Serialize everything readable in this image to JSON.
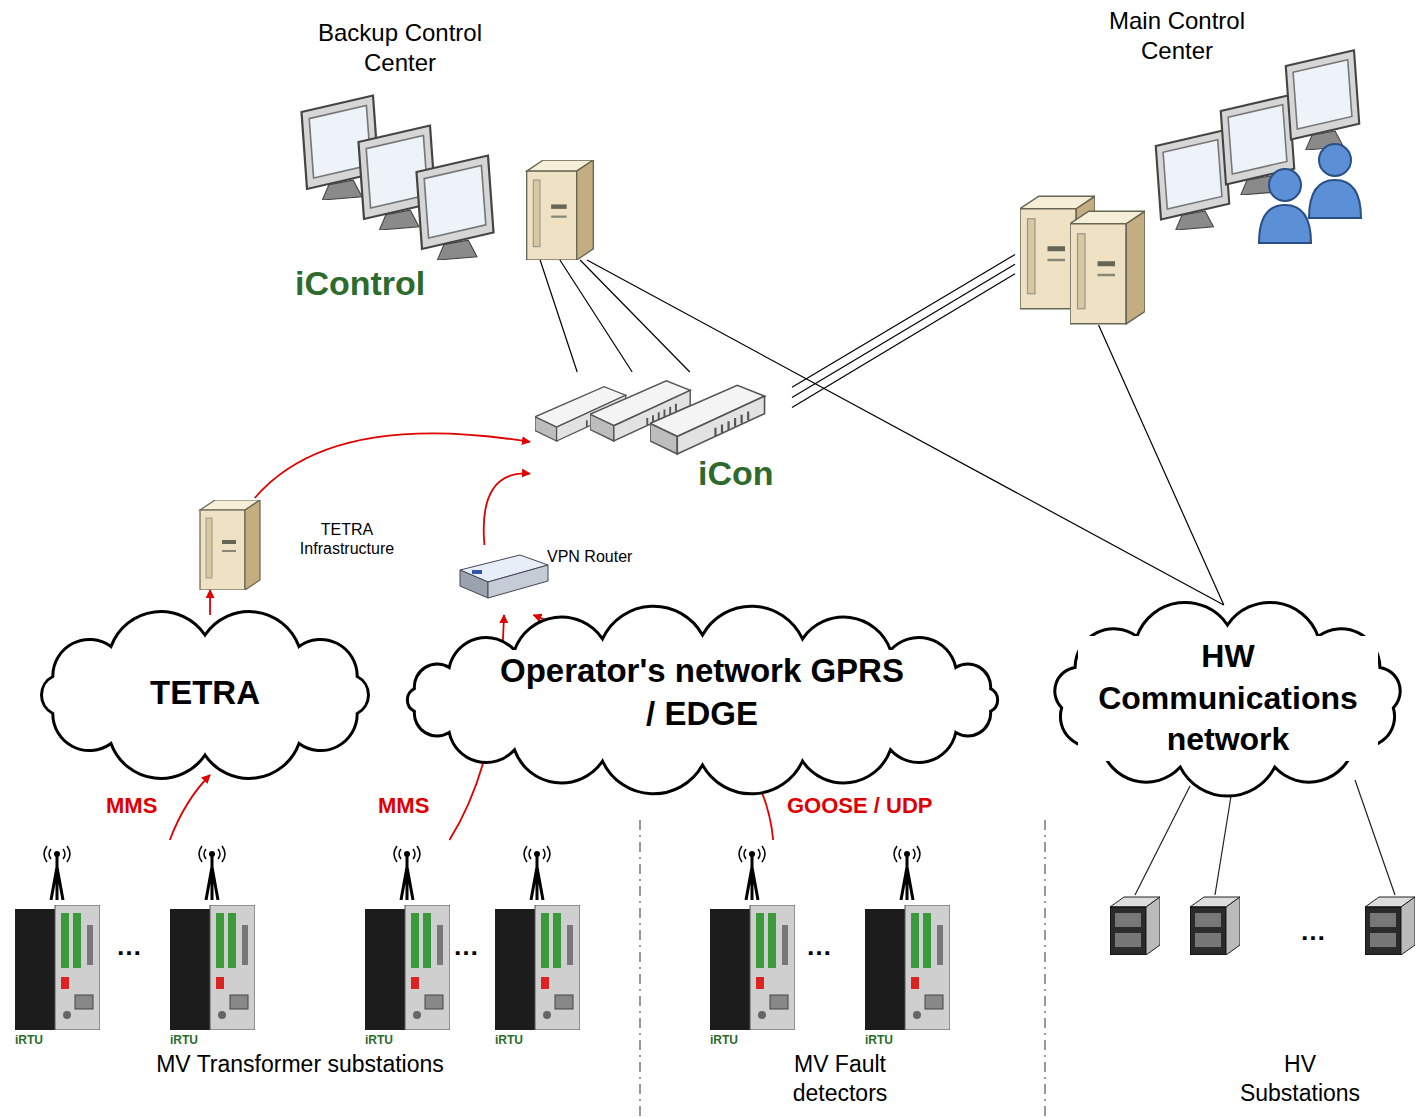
{
  "diagram": {
    "nodes": [
      {
        "text": [
          "Backup Control Center"
        ]
      },
      {
        "text": [
          "Main Control Center"
        ]
      },
      {
        "text": [
          "iCon"
        ]
      },
      {
        "text": [
          "TETRA Infrastructure"
        ]
      },
      {
        "text": [
          "VPN Router"
        ]
      },
      {
        "text": [
          "TETRA"
        ]
      },
      {
        "text": [
          "Operator's network GPRS / EDGE"
        ]
      },
      {
        "text": [
          "HW Communications network"
        ]
      },
      {
        "text": [
          "iRTU"
        ]
      },
      {
        "text": [
          "iRTU"
        ]
      },
      {
        "text": [
          "iRTU"
        ]
      },
      {
        "text": [
          "iRTU"
        ]
      },
      {
        "text": [
          "iRTU"
        ]
      },
      {
        "text": [
          "iRTU"
        ]
      }
    ],
    "edges": [
      {
        "from": 0,
        "to": 2,
        "arrow": "none"
      },
      {
        "from": 0,
        "to": 2,
        "arrow": "none"
      },
      {
        "from": 0,
        "to": 2,
        "arrow": "none"
      },
      {
        "from": 1,
        "to": 2,
        "arrow": "none"
      },
      {
        "from": 1,
        "to": 2,
        "arrow": "none"
      },
      {
        "from": 1,
        "to": 2,
        "arrow": "none"
      },
      {
        "from": 0,
        "to": 7,
        "arrow": "none"
      },
      {
        "from": 1,
        "to": 7,
        "arrow": "none"
      },
      {
        "from": 3,
        "to": 2,
        "arrow": "to"
      },
      {
        "from": 4,
        "to": 2,
        "arrow": "to"
      },
      {
        "from": 5,
        "to": 3,
        "arrow": "to"
      },
      {
        "from": 9,
        "to": 5,
        "arrow": "to",
        "label": "MMS"
      },
      {
        "from": 10,
        "to": 4,
        "arrow": "to",
        "label": "MMS"
      },
      {
        "from": 12,
        "to": 4,
        "arrow": "to",
        "label": "GOOSE / UDP"
      }
    ],
    "labels": [
      "iControl",
      "MV Transformer substations",
      "MV Fault detectors",
      "HV Substations",
      "…",
      "…",
      "…",
      "…"
    ]
  }
}
